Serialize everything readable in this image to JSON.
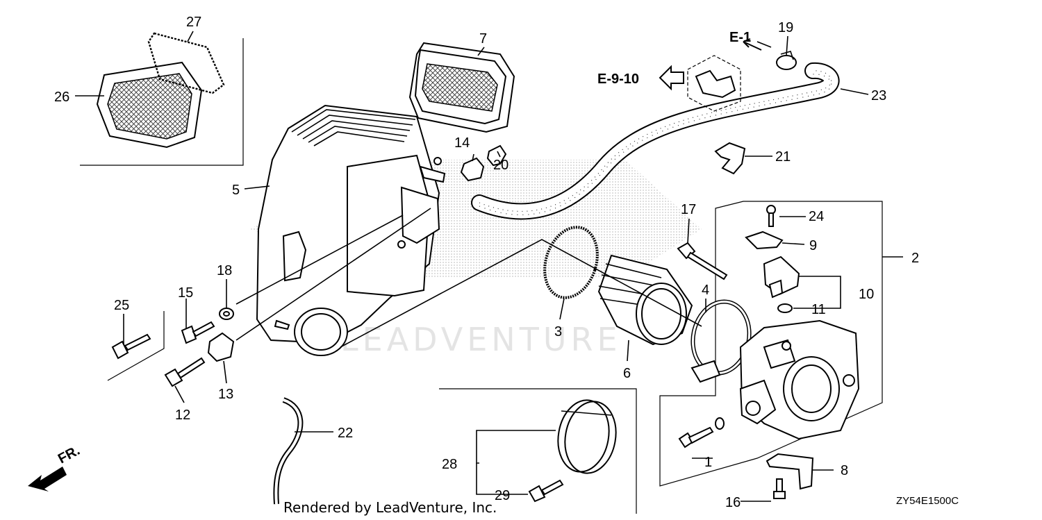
{
  "callouts": [
    {
      "id": "c1",
      "text": "1"
    },
    {
      "id": "c2",
      "text": "2"
    },
    {
      "id": "c3",
      "text": "3"
    },
    {
      "id": "c4",
      "text": "4"
    },
    {
      "id": "c5",
      "text": "5"
    },
    {
      "id": "c6",
      "text": "6"
    },
    {
      "id": "c7",
      "text": "7"
    },
    {
      "id": "c8",
      "text": "8"
    },
    {
      "id": "c9",
      "text": "9"
    },
    {
      "id": "c10",
      "text": "10"
    },
    {
      "id": "c11",
      "text": "11"
    },
    {
      "id": "c12",
      "text": "12"
    },
    {
      "id": "c13",
      "text": "13"
    },
    {
      "id": "c14",
      "text": "14"
    },
    {
      "id": "c15",
      "text": "15"
    },
    {
      "id": "c16",
      "text": "16"
    },
    {
      "id": "c17",
      "text": "17"
    },
    {
      "id": "c18",
      "text": "18"
    },
    {
      "id": "c19",
      "text": "19"
    },
    {
      "id": "c20",
      "text": "20"
    },
    {
      "id": "c21",
      "text": "21"
    },
    {
      "id": "c22",
      "text": "22"
    },
    {
      "id": "c23",
      "text": "23"
    },
    {
      "id": "c24",
      "text": "24"
    },
    {
      "id": "c25",
      "text": "25"
    },
    {
      "id": "c26",
      "text": "26"
    },
    {
      "id": "c27",
      "text": "27"
    },
    {
      "id": "c28",
      "text": "28"
    },
    {
      "id": "c29",
      "text": "29"
    }
  ],
  "references": {
    "e1": "E-1",
    "e910": "E-9-10",
    "front": "FR."
  },
  "diagram_code": "ZY54E1500C",
  "credit": "Rendered by LeadVenture, Inc.",
  "watermark": "LEADVENTURE"
}
